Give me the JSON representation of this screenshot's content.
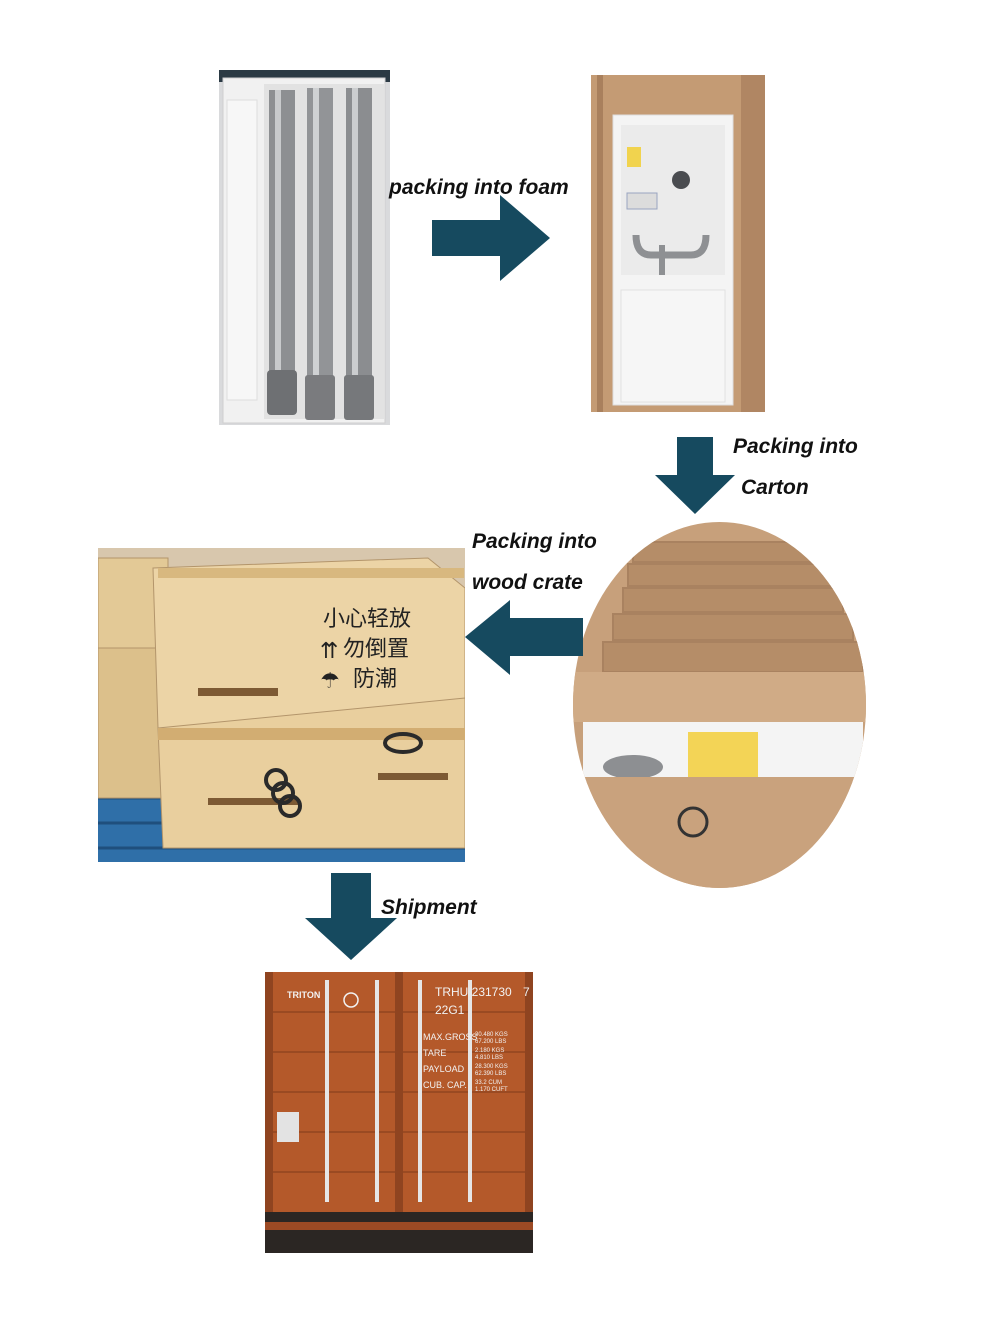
{
  "colors": {
    "arrow": "#164a5f",
    "foam": "#eeeeee",
    "cardboard": "#c9a07a",
    "wood": "#e8cfa2",
    "container": "#b8602e"
  },
  "steps": [
    {
      "label": "packing into foam"
    },
    {
      "label_line1": "Packing into",
      "label_line2": "Carton"
    },
    {
      "label_line1": "Packing into",
      "label_line2": "wood crate"
    },
    {
      "label": "Shipment"
    }
  ],
  "crate_marking": {
    "line1": "小心轻放",
    "line2": "勿倒置",
    "line3": "防潮"
  },
  "container": {
    "brand": "TRITON",
    "number": "TRHU 231730",
    "check_digit": "7",
    "type_code": "22G1",
    "specs": [
      {
        "name": "MAX.GROSS",
        "kg": "30.480 KGS",
        "lb": "67.200 LBS"
      },
      {
        "name": "TARE",
        "kg": "2.180 KGS",
        "lb": "4.810 LBS"
      },
      {
        "name": "PAYLOAD",
        "kg": "28.300 KGS",
        "lb": "62.390 LBS"
      },
      {
        "name": "CUB. CAP.",
        "kg": "33.2 CUM",
        "lb": "1.170 CUFT"
      }
    ]
  }
}
